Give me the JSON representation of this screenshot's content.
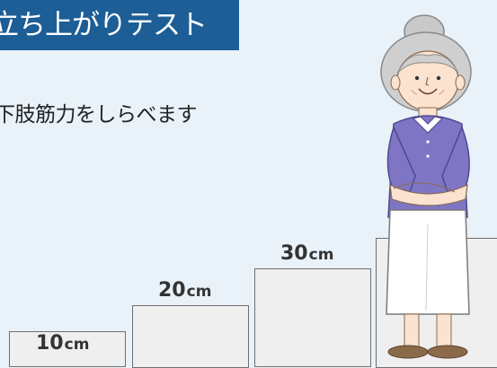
{
  "title": "立ち上がりテスト",
  "subtitle": "下肢筋力をしらべます",
  "steps": [
    {
      "number": "10",
      "unit": "cm"
    },
    {
      "number": "20",
      "unit": "cm"
    },
    {
      "number": "30",
      "unit": "cm"
    }
  ],
  "colors": {
    "background": "#e9f2f9",
    "title_bg": "#1d5e96",
    "step_fill": "#efefef",
    "step_border": "#6f6f6f"
  }
}
